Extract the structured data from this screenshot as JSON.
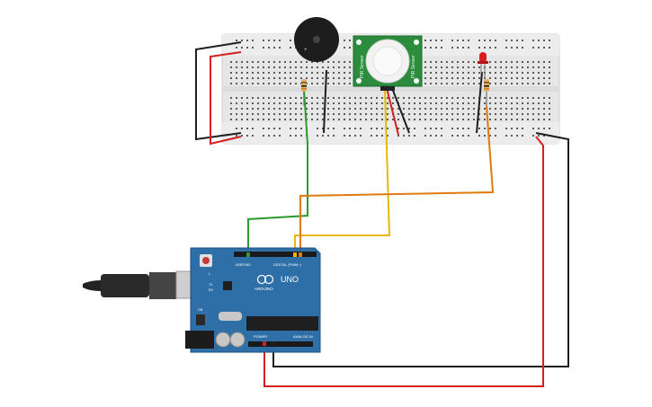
{
  "colors": {
    "board": "#2f6fa8",
    "board_dark": "#1d4f80",
    "breadboard": "#e9e9e9",
    "hole": "#555555",
    "rail_red": "#d9534f",
    "wire_black": "#1f1f1f",
    "wire_red": "#d42020",
    "wire_green": "#2e9b2e",
    "wire_yellow": "#e6b800",
    "wire_orange": "#e07a10",
    "pir_board": "#2a8c3c",
    "led": "#d81e1e"
  },
  "arduino": {
    "brand": "ARDUINO",
    "model": "UNO",
    "digital_label": "DIGITAL (PWM~)",
    "power_label": "POWER",
    "analog_label": "ANALOG IN",
    "aref_label": "AREF",
    "gnd_label": "GND",
    "tx_label": "TX",
    "rx_label": "RX",
    "l_label": "L",
    "on_label": "ON"
  },
  "pir": {
    "label_left": "PIR Sensor",
    "label_right": "PIR Sensor"
  },
  "icons": [
    "usb-plug-icon",
    "buzzer-icon",
    "led-icon",
    "resistor-icon",
    "pir-dome-icon"
  ]
}
